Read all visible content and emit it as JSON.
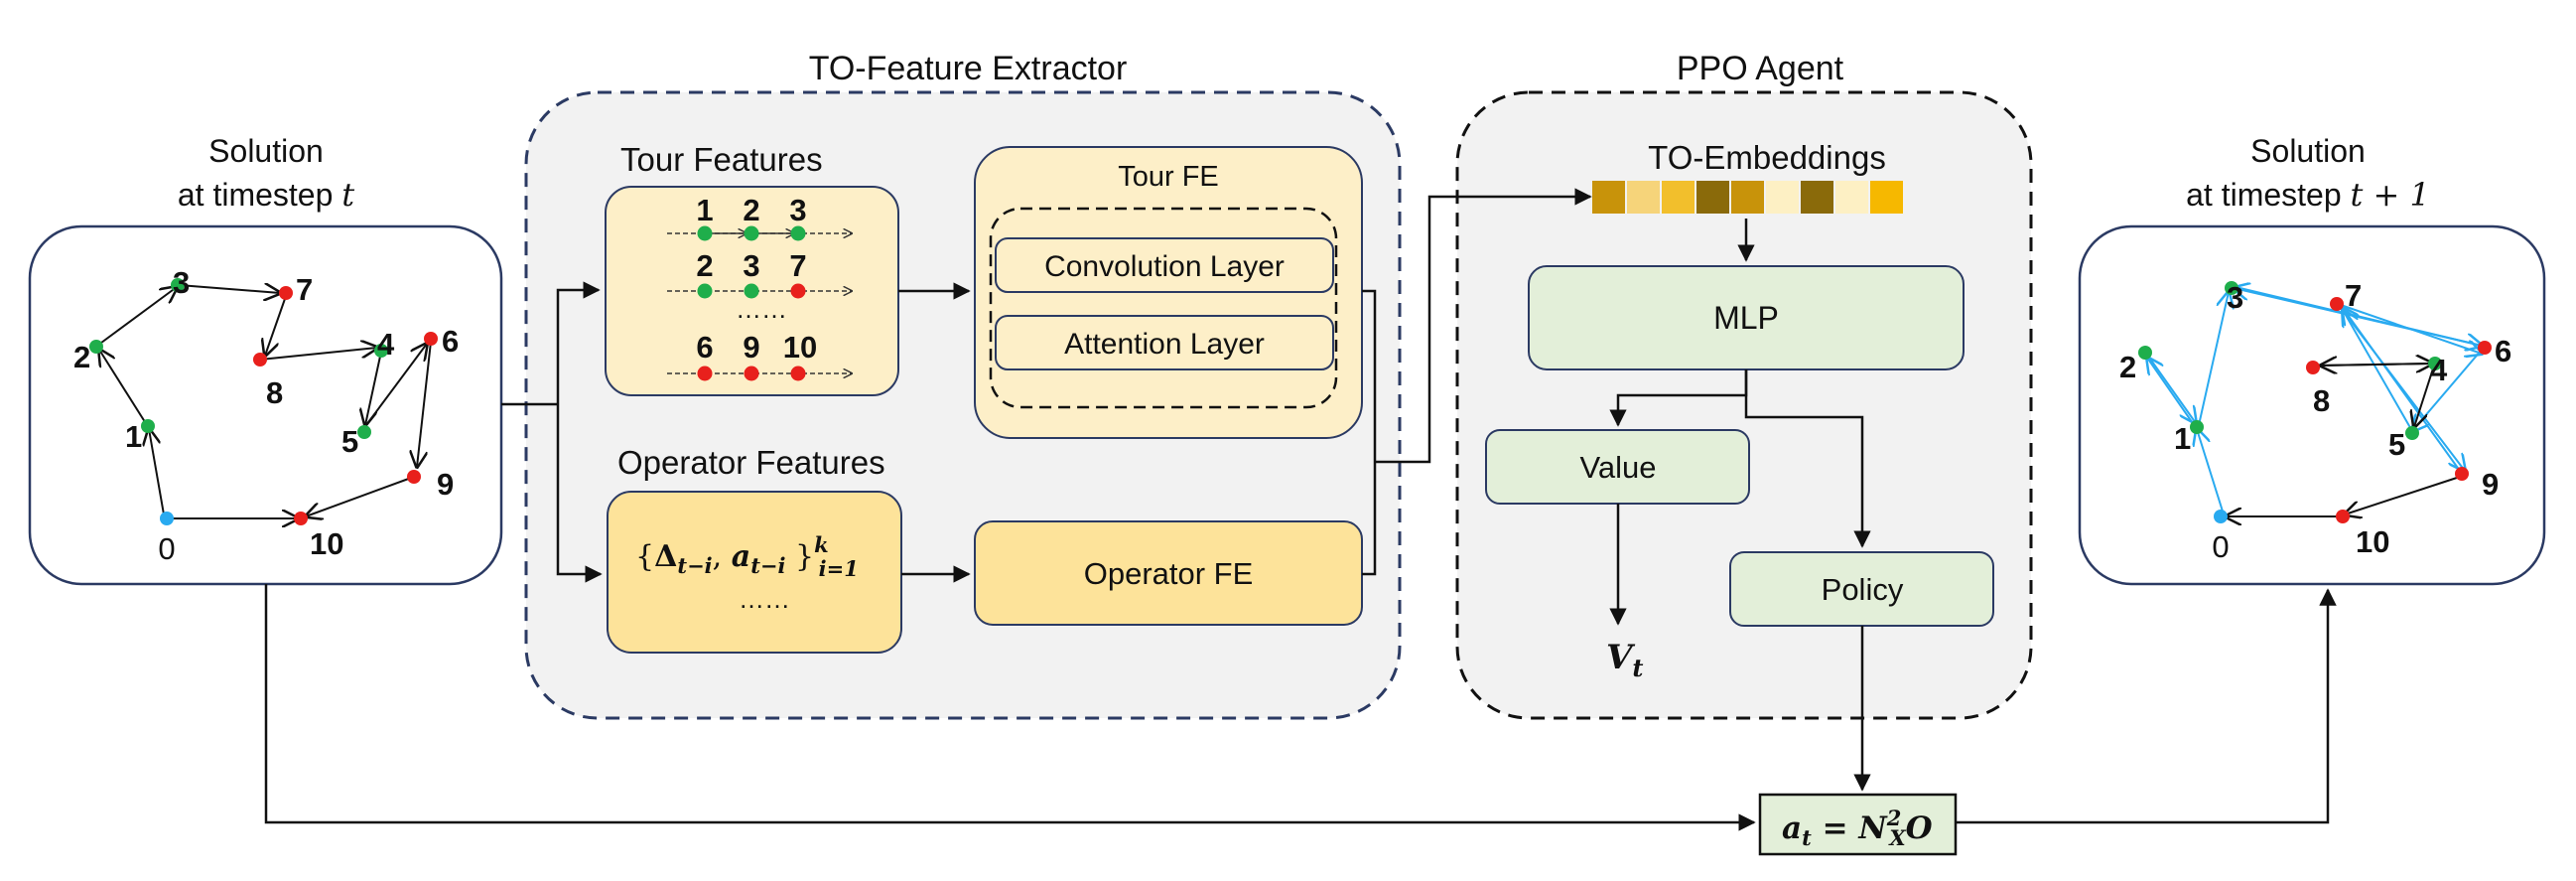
{
  "left_solution": {
    "title_line1": "Solution",
    "title_line2": "at timestep ",
    "title_var": "t",
    "nodes": [
      {
        "label": "0",
        "color": "#29aaf0"
      },
      {
        "label": "1",
        "color": "#1fae4b"
      },
      {
        "label": "2",
        "color": "#1fae4b"
      },
      {
        "label": "3",
        "color": "#1fae4b"
      },
      {
        "label": "4",
        "color": "#1fae4b"
      },
      {
        "label": "5",
        "color": "#1fae4b"
      },
      {
        "label": "6",
        "color": "#e8201c"
      },
      {
        "label": "7",
        "color": "#e8201c"
      },
      {
        "label": "8",
        "color": "#e8201c"
      },
      {
        "label": "9",
        "color": "#e8201c"
      },
      {
        "label": "10",
        "color": "#e8201c"
      }
    ]
  },
  "right_solution": {
    "title_line1": "Solution",
    "title_line2": "at timestep ",
    "title_var": "t + 1",
    "edge_color": "#29aaf0"
  },
  "feature_extractor": {
    "title": "TO-Feature Extractor",
    "tour_features": {
      "label": "Tour Features",
      "rows": [
        [
          "1",
          "2",
          "3"
        ],
        [
          "2",
          "3",
          "7"
        ],
        [
          "6",
          "9",
          "10"
        ]
      ],
      "ellipsis": "……"
    },
    "tour_fe": {
      "title": "Tour FE",
      "layer1": "Convolution Layer",
      "layer2": "Attention Layer"
    },
    "operator_features": {
      "label": "Operator Features",
      "formula_open": "{",
      "formula_delta": "Δ",
      "formula_sub1": "t−i",
      "formula_comma": ", ",
      "formula_a": "a",
      "formula_sub2": "t−i",
      "formula_close": " }",
      "formula_sup": "k",
      "formula_sub3": "i=1",
      "ellipsis": "……"
    },
    "operator_fe": {
      "label": "Operator FE"
    }
  },
  "ppo_agent": {
    "title": "PPO Agent",
    "embeddings_label": "TO-Embeddings",
    "embedding_colors": [
      "#c8930a",
      "#f6d47a",
      "#f2bf2c",
      "#8a6a0a",
      "#c8930a",
      "#fdf0c4",
      "#8a6a0a",
      "#fdf0c4",
      "#f6b800"
    ],
    "mlp": "MLP",
    "value": "Value",
    "policy": "Policy",
    "v_var": "V",
    "v_sub": "t"
  },
  "action": {
    "a": "a",
    "a_sub": "t",
    "eq": " = ",
    "n": "N",
    "n_sup": "2",
    "n_sub": "X",
    "o": "O"
  },
  "colors": {
    "panel_bg": "#f2f2f2",
    "extractor_border": "#2b3a63",
    "tour_box_fill": "#fdefc8",
    "operator_box_fill": "#fde39a",
    "operator_fe_fill": "#fde39a",
    "mlp_fill": "#e3efd9",
    "action_fill": "#e3efd9",
    "green_node": "#1fae4b",
    "red_node": "#e8201c",
    "blue_node": "#29aaf0"
  }
}
